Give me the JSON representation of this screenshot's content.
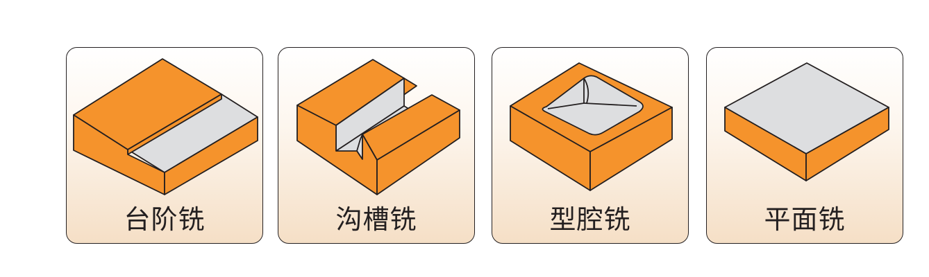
{
  "cards": [
    {
      "label": "台阶铣"
    },
    {
      "label": "沟槽铣"
    },
    {
      "label": "型腔铣"
    },
    {
      "label": "平面铣"
    }
  ],
  "colors": {
    "block": "#f5932c",
    "cut_surface": "#dddee0",
    "outline": "#231f20",
    "card_bg_bottom": "#f5dfc6"
  }
}
